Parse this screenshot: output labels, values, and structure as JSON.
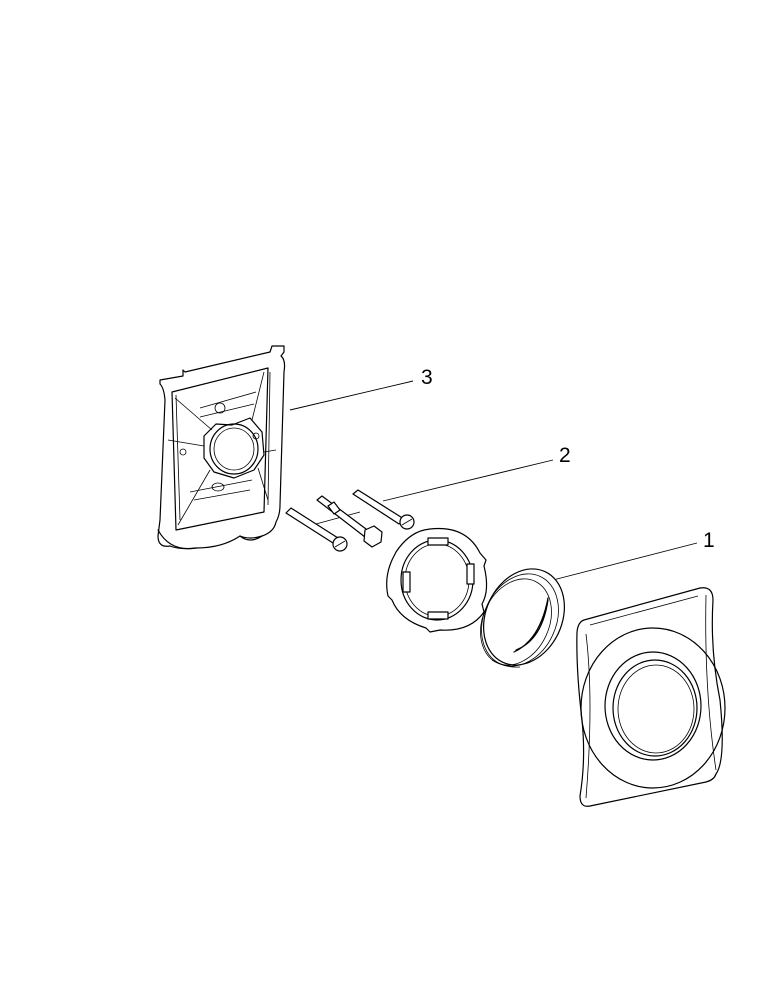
{
  "diagram": {
    "type": "exploded-parts-view",
    "callouts": [
      {
        "number": "1",
        "part": "trim-cover-plate"
      },
      {
        "number": "2",
        "part": "mounting-screws"
      },
      {
        "number": "3",
        "part": "mounting-bracket"
      }
    ],
    "line_color": "#000000",
    "background": "#ffffff"
  }
}
